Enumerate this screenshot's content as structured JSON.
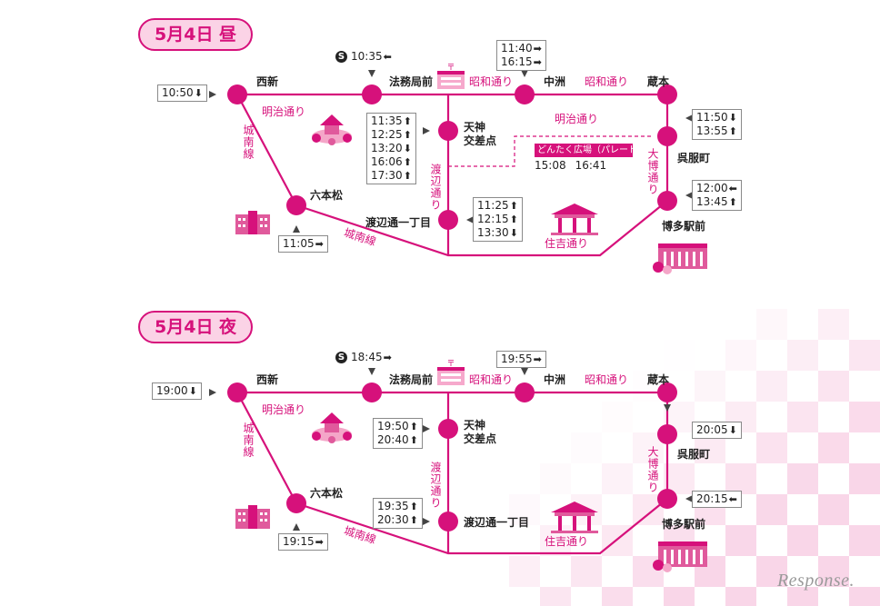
{
  "colors": {
    "route": "#d6117b",
    "badge_fill": "#fbd3e6",
    "checker": "#f9d6e8"
  },
  "day": {
    "badge": "5月4日 昼",
    "stations": {
      "nishijin": "西新",
      "homukyoku": "法務局前",
      "nakasu": "中洲",
      "kuramoto": "蔵本",
      "tenjin_line1": "天神",
      "tenjin_line2": "交差点",
      "gofukumachi": "呉服町",
      "ropponmatsu": "六本松",
      "watanabe": "渡辺通一丁目",
      "hakata": "博多駅前"
    },
    "roads": {
      "meiji_left": "明治通り",
      "meiji_right": "明治通り",
      "showa_1": "昭和通り",
      "showa_2": "昭和通り",
      "jonan_vertical": "城南線",
      "jonan_bottom": "城南線",
      "watanabe_dori": "渡辺通り",
      "taihaku": "大博通り",
      "sumiyoshi": "住吉通り"
    },
    "times": {
      "nishijin": [
        {
          "t": "10:50",
          "dir": "down"
        }
      ],
      "homukyoku": [
        {
          "t": "10:35",
          "dir": "left"
        }
      ],
      "nakasu": [
        {
          "t": "11:40",
          "dir": "right"
        },
        {
          "t": "16:15",
          "dir": "right"
        }
      ],
      "kuramoto": [
        {
          "t": "11:50",
          "dir": "down"
        },
        {
          "t": "13:55",
          "dir": "up"
        }
      ],
      "tenjin": [
        {
          "t": "11:35",
          "dir": "up"
        },
        {
          "t": "12:25",
          "dir": "up"
        },
        {
          "t": "13:20",
          "dir": "down"
        },
        {
          "t": "16:06",
          "dir": "up"
        },
        {
          "t": "17:30",
          "dir": "up"
        }
      ],
      "hakata": [
        {
          "t": "12:00",
          "dir": "left"
        },
        {
          "t": "13:45",
          "dir": "up"
        }
      ],
      "watanabe": [
        {
          "t": "11:25",
          "dir": "up"
        },
        {
          "t": "12:15",
          "dir": "up"
        },
        {
          "t": "13:30",
          "dir": "down"
        }
      ],
      "ropponmatsu": [
        {
          "t": "11:05",
          "dir": "right"
        }
      ]
    },
    "dontaku": {
      "label": "どんたく広場（パレード）",
      "t1": "15:08",
      "t2": "16:41"
    },
    "s_icon": "S"
  },
  "night": {
    "badge": "5月4日 夜",
    "stations": {
      "nishijin": "西新",
      "homukyoku": "法務局前",
      "nakasu": "中洲",
      "kuramoto": "蔵本",
      "tenjin_line1": "天神",
      "tenjin_line2": "交差点",
      "gofukumachi": "呉服町",
      "ropponmatsu": "六本松",
      "watanabe": "渡辺通一丁目",
      "hakata": "博多駅前"
    },
    "roads": {
      "meiji_left": "明治通り",
      "showa_1": "昭和通り",
      "showa_2": "昭和通り",
      "jonan_vertical": "城南線",
      "jonan_bottom": "城南線",
      "watanabe_dori": "渡辺通り",
      "taihaku": "大博通り",
      "sumiyoshi": "住吉通り"
    },
    "times": {
      "nishijin": [
        {
          "t": "19:00",
          "dir": "down"
        }
      ],
      "homukyoku": [
        {
          "t": "18:45",
          "dir": "right"
        }
      ],
      "nakasu": [
        {
          "t": "19:55",
          "dir": "right"
        }
      ],
      "kuramoto": [
        {
          "t": "20:05",
          "dir": "down"
        }
      ],
      "tenjin": [
        {
          "t": "19:50",
          "dir": "up"
        },
        {
          "t": "20:40",
          "dir": "up"
        }
      ],
      "hakata": [
        {
          "t": "20:15",
          "dir": "left"
        }
      ],
      "watanabe": [
        {
          "t": "19:35",
          "dir": "up"
        },
        {
          "t": "20:30",
          "dir": "up"
        }
      ],
      "ropponmatsu": [
        {
          "t": "19:15",
          "dir": "right"
        }
      ]
    },
    "s_icon": "S"
  },
  "watermark": "Response."
}
